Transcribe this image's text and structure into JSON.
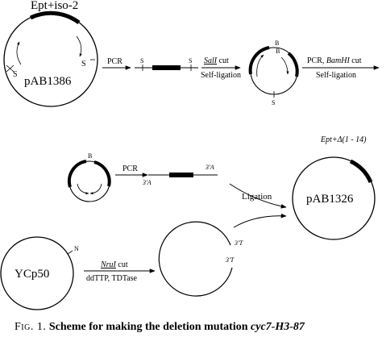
{
  "plasmid1": {
    "name": "pAB1386",
    "insert": "Ept+iso-2",
    "site_left": "S",
    "site_right": "S"
  },
  "step1": {
    "method": "PCR",
    "site_left": "S",
    "site_right": "S"
  },
  "step2": {
    "enzyme": "SalI cut",
    "enzyme_name": "SalI",
    "enzyme_rest": " cut",
    "ligation": "Self-ligation",
    "site_b1": "B",
    "site_b2": "B",
    "site_s": "S"
  },
  "step3": {
    "method": "PCR, BamHI cut",
    "method_prefix": "PCR, ",
    "method_enzyme": "BamHI",
    "method_rest": " cut",
    "ligation": "Self-ligation"
  },
  "template": {
    "site": "B"
  },
  "fragment": {
    "method": "PCR",
    "end_left": "3'A",
    "end_right": "3'A"
  },
  "ligation_label": "Ligation",
  "product": {
    "name": "pAB1326",
    "insert": "Ept+Δ(1 - 14)"
  },
  "vector": {
    "name": "YCp50",
    "site": "N",
    "enzyme": "NruI cut",
    "enzyme_name": "NruI",
    "enzyme_rest": " cut",
    "treatment": "ddTTP, TDTase",
    "end_top": "3'T",
    "end_bottom": "3'T"
  },
  "caption": {
    "fig": "Fig. 1.",
    "text": "Scheme for making the deletion mutation",
    "genotype": "cyc7-H3-87"
  }
}
